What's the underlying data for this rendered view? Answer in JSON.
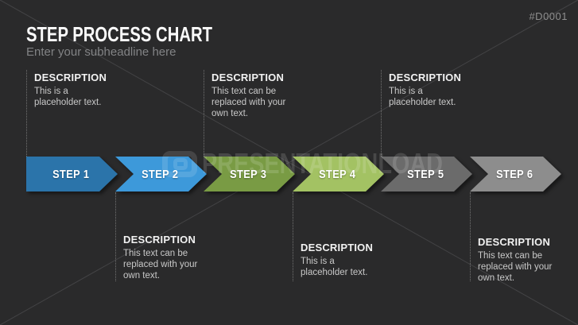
{
  "slide": {
    "id_tag": "#D0001",
    "title": "STEP PROCESS CHART",
    "subtitle": "Enter your subheadline here",
    "watermark": "PRESENTATIONLOAD",
    "background_color": "#2a2a2b"
  },
  "steps": [
    {
      "label": "STEP 1",
      "color": "#2b74aa"
    },
    {
      "label": "STEP 2",
      "color": "#3d99da"
    },
    {
      "label": "STEP 3",
      "color": "#799b44"
    },
    {
      "label": "STEP 4",
      "color": "#a3c263"
    },
    {
      "label": "STEP 5",
      "color": "#6b6b6b"
    },
    {
      "label": "STEP 6",
      "color": "#8d8d8d"
    }
  ],
  "descriptions_top": [
    {
      "heading": "DESCRIPTION",
      "body": "This is a\nplaceholder text."
    },
    {
      "heading": "DESCRIPTION",
      "body": "This text can be\nreplaced with your\nown text."
    },
    {
      "heading": "DESCRIPTION",
      "body": "This is a\nplaceholder text."
    }
  ],
  "descriptions_bottom": [
    {
      "heading": "DESCRIPTION",
      "body": "This text can be\nreplaced with your\nown text."
    },
    {
      "heading": "DESCRIPTION",
      "body": "This is a\nplaceholder text."
    },
    {
      "heading": "DESCRIPTION",
      "body": "This text can be\nreplaced with your\nown text."
    }
  ]
}
